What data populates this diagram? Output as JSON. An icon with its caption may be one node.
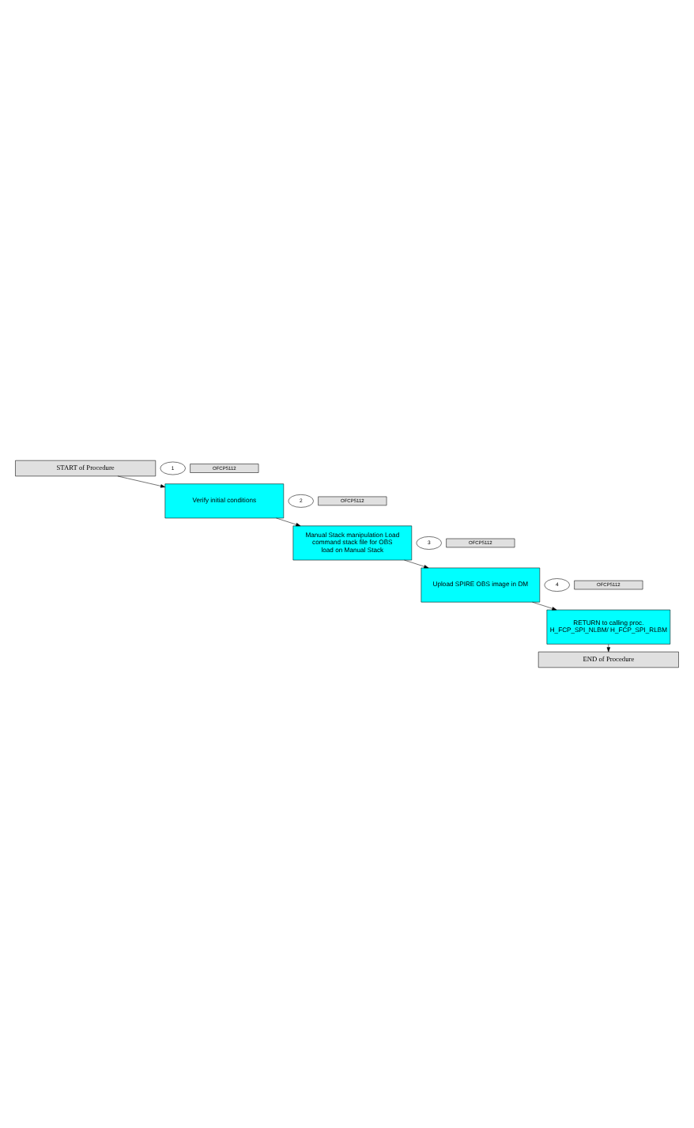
{
  "diagram": {
    "nodes": [
      {
        "text": [
          "START of Procedure"
        ]
      },
      {
        "text": [
          "1"
        ]
      },
      {
        "text": [
          "OFCP5112"
        ]
      },
      {
        "text": [
          "Verify initial conditions"
        ]
      },
      {
        "text": [
          "2"
        ]
      },
      {
        "text": [
          "OFCP5112"
        ]
      },
      {
        "text": [
          "Manual Stack manipulation Load command stack file for OBS load on Manual Stack"
        ]
      },
      {
        "text": [
          "3"
        ]
      },
      {
        "text": [
          "OFCP5112"
        ]
      },
      {
        "text": [
          "Upload SPIRE OBS image in DM"
        ]
      },
      {
        "text": [
          "4"
        ]
      },
      {
        "text": [
          "OFCP5112"
        ]
      },
      {
        "text": [
          "RETURN to calling proc. H_FCP_SPI_NLBM/ H_FCP_SPI_RLBM"
        ]
      },
      {
        "text": [
          "END of Procedure"
        ]
      }
    ],
    "edges": [
      {
        "from": 0,
        "to": 3,
        "arrow": "to"
      },
      {
        "from": 3,
        "to": 6,
        "arrow": "to"
      },
      {
        "from": 6,
        "to": 9,
        "arrow": "to"
      },
      {
        "from": 9,
        "to": 12,
        "arrow": "to"
      },
      {
        "from": 12,
        "to": 13,
        "arrow": "to"
      }
    ]
  }
}
